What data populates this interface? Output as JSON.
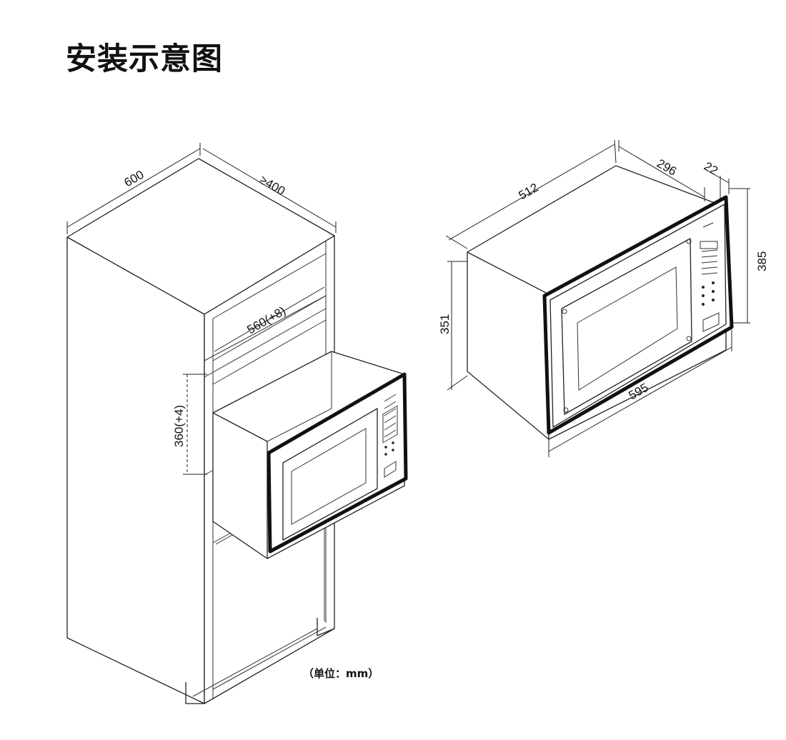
{
  "title": "安装示意图",
  "unit_note": "（单位：mm）",
  "cabinet_dims": {
    "width": "600",
    "depth": "≥400",
    "niche_width": "560(+8)",
    "niche_height": "360(+4)"
  },
  "appliance_dims": {
    "body_width": "512",
    "body_depth": "296",
    "frame_thickness": "22",
    "body_height": "351",
    "frame_height": "385",
    "frame_width": "595"
  },
  "colors": {
    "line": "#222222",
    "background": "#ffffff",
    "title": "#111111"
  }
}
